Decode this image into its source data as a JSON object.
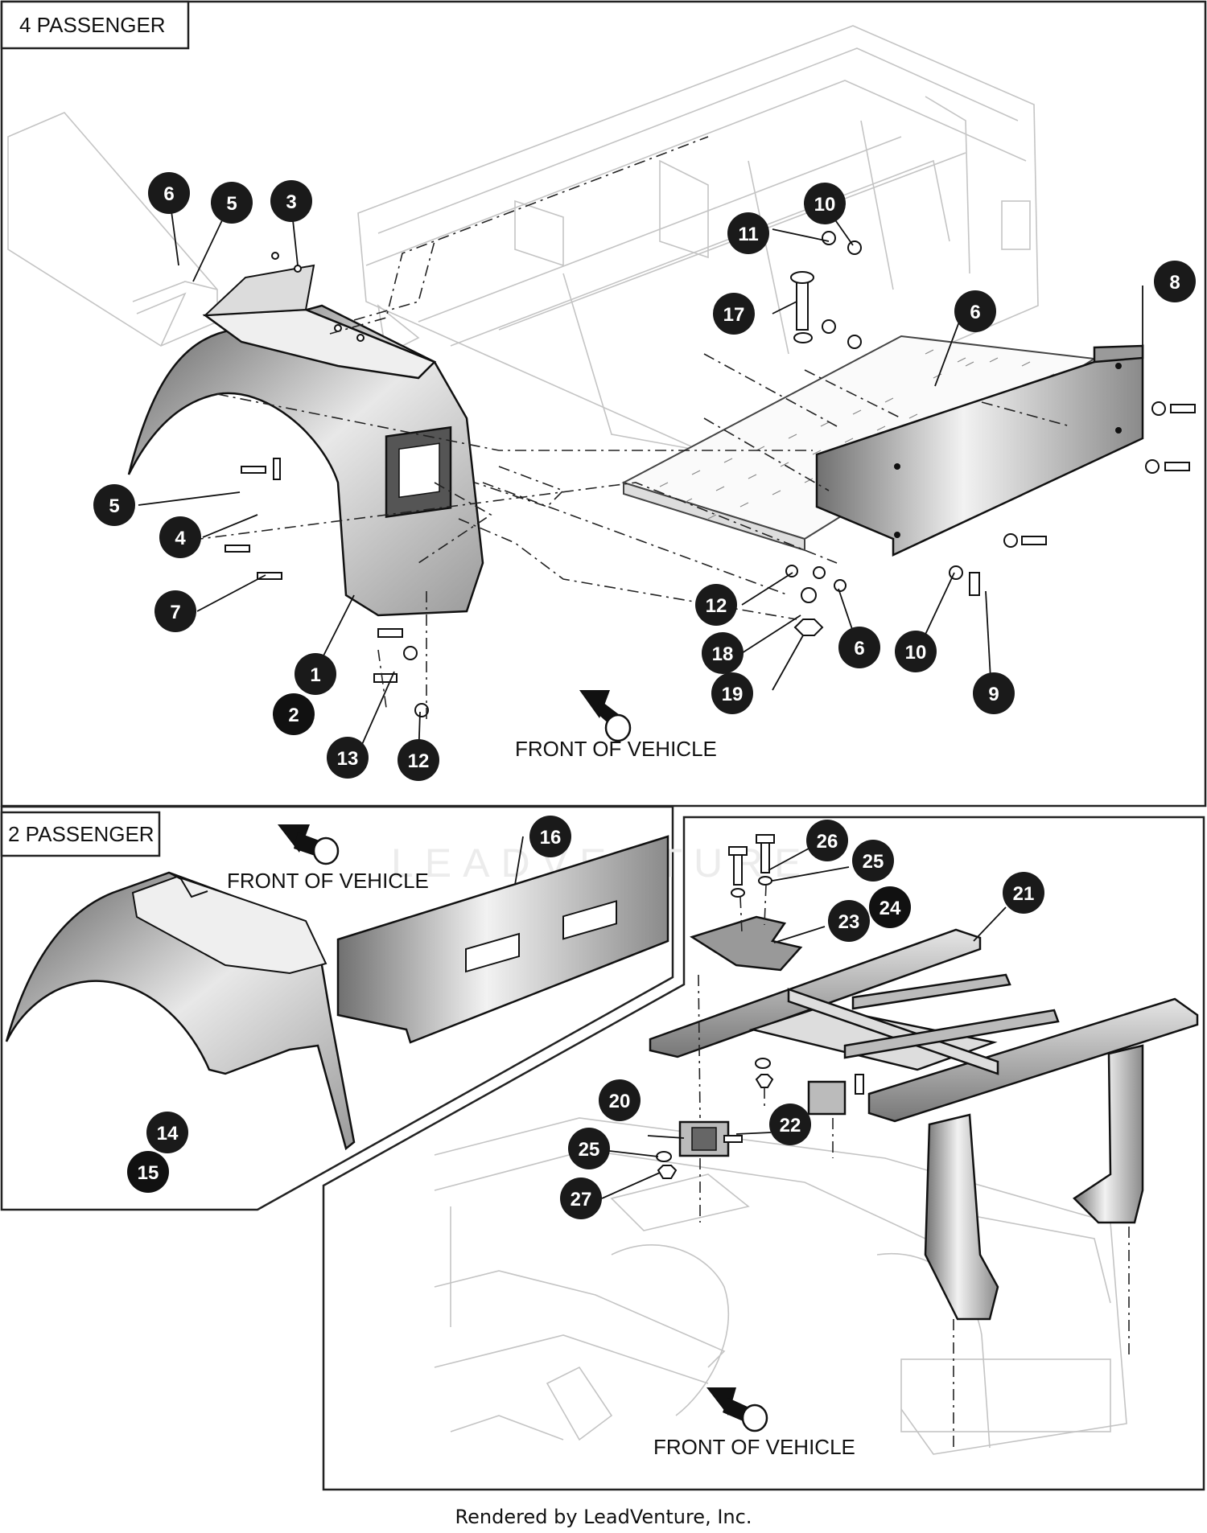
{
  "sections": {
    "four_passenger": "4 PASSENGER",
    "two_passenger": "2 PASSENGER"
  },
  "direction_labels": {
    "top": "FRONT OF VEHICLE",
    "middle": "FRONT OF VEHICLE",
    "bottom": "FRONT OF VEHICLE"
  },
  "footer": "Rendered by LeadVenture, Inc.",
  "watermark": "LEADVENTURE",
  "colors": {
    "callout": "#1a1a1a",
    "line": "#222222",
    "ghost": "#c4c4c4",
    "frame": "#222222"
  },
  "callouts": {
    "c1": "1",
    "c2": "2",
    "c3": "3",
    "c4": "4",
    "c5a": "5",
    "c5b": "5",
    "c6a": "6",
    "c6b": "6",
    "c6c": "6",
    "c7": "7",
    "c8": "8",
    "c9": "9",
    "c10a": "10",
    "c10b": "10",
    "c11": "11",
    "c12a": "12",
    "c12b": "12",
    "c13": "13",
    "c14": "14",
    "c15": "15",
    "c16": "16",
    "c17": "17",
    "c18": "18",
    "c19": "19",
    "c20": "20",
    "c21": "21",
    "c22": "22",
    "c23": "23",
    "c24": "24",
    "c25a": "25",
    "c25b": "25",
    "c26": "26",
    "c27": "27"
  }
}
